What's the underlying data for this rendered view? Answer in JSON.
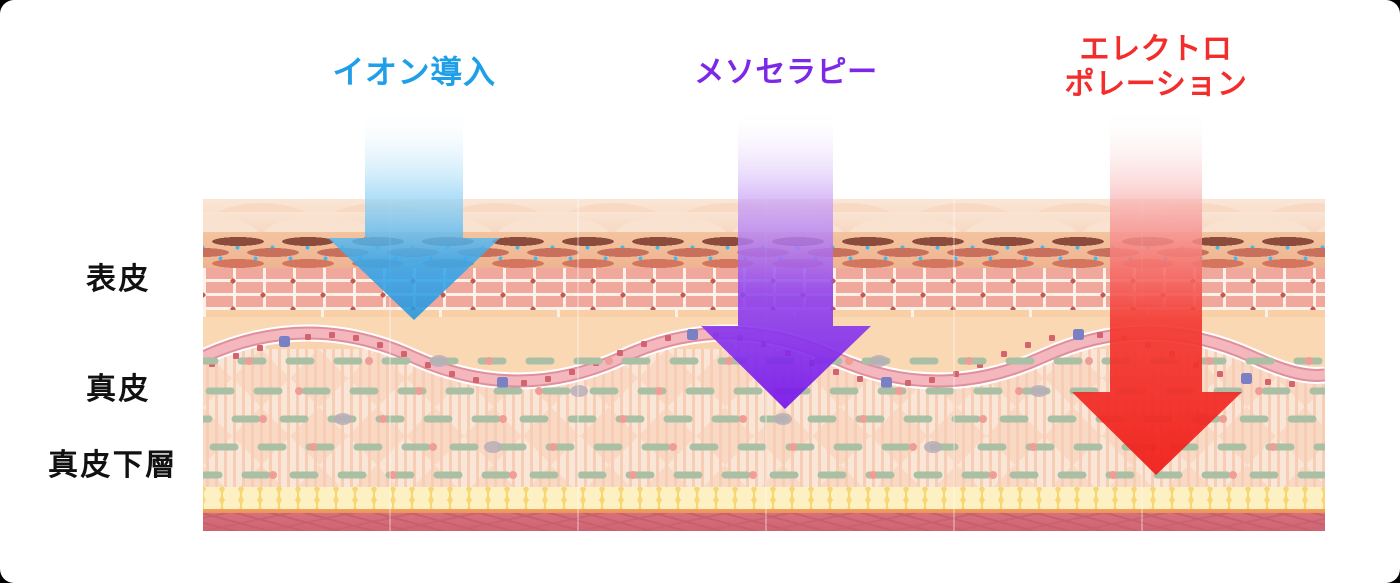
{
  "figure": {
    "title_alt": "皮膚層への浸透深度比較図",
    "background": "#ffffff"
  },
  "layer_labels": [
    {
      "name": "epidermis",
      "text": "表皮",
      "color": "#111111"
    },
    {
      "name": "dermis",
      "text": "真皮",
      "color": "#111111"
    },
    {
      "name": "subdermis",
      "text": "真皮下層",
      "color": "#111111"
    }
  ],
  "treatments": [
    {
      "id": "iontophoresis",
      "label": "イオン導入",
      "color": "#1e9fe8",
      "color_light": "#bfe4fa",
      "depth_layer": "表皮"
    },
    {
      "id": "mesotherapy",
      "label": "メソセラピー",
      "color": "#7d28e8",
      "color_light": "#d6b5f8",
      "depth_layer": "真皮"
    },
    {
      "id": "electroporation",
      "label": "エレクトロ\nポレーション",
      "color": "#f32c2c",
      "color_light": "#f9b6b6",
      "depth_layer": "真皮下層"
    }
  ],
  "skin_bands": [
    {
      "name": "stratum-corneum-top",
      "color": "#fbe6d6"
    },
    {
      "name": "stratum-corneum-2",
      "color": "#fae4d3"
    },
    {
      "name": "granular-layer",
      "color": "#f0b894"
    },
    {
      "name": "spinous-brick-pink",
      "color": "#eda79b"
    },
    {
      "name": "basal-brick-peach-1",
      "color": "#f8cfa7"
    },
    {
      "name": "basal-brick-peach-2",
      "color": "#f9d3ad"
    },
    {
      "name": "basal-brick-peach-3",
      "color": "#fad8b4"
    },
    {
      "name": "basal-membrane",
      "color": "#e49aa4"
    },
    {
      "name": "dermis-fiber",
      "color": "#f9dcc8"
    },
    {
      "name": "subcutaneous-fat",
      "color": "#f7d774"
    },
    {
      "name": "fascia-line",
      "color": "#ef9d5c"
    },
    {
      "name": "muscle",
      "color": "#d26876"
    }
  ]
}
